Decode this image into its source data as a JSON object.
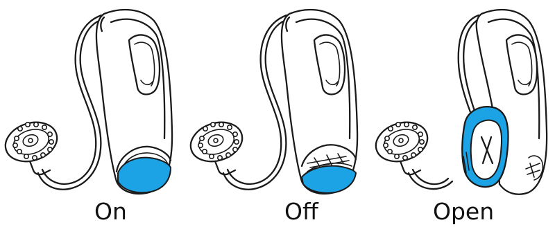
{
  "colors": {
    "highlight": "#1ba3e6",
    "ink": "#1a1a1a"
  },
  "states": [
    {
      "label": "On",
      "highlight_part": "battery-door-bottom"
    },
    {
      "label": "Off",
      "highlight_part": "battery-door-bottom-partially-open"
    },
    {
      "label": "Open",
      "highlight_part": "battery-door-frame"
    }
  ],
  "battery_mark": "X"
}
